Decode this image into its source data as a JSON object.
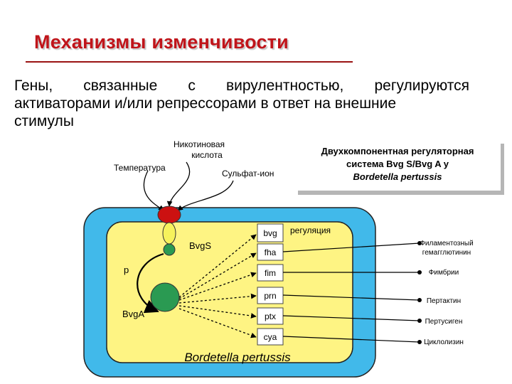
{
  "title": "Механизмы изменчивости",
  "intro": {
    "line1": "Гены, связанные с вирулентностью, регулируются",
    "line2": "активаторами и/или репрессорами в ответ на внешние",
    "line3": "стимулы"
  },
  "system_box": {
    "line1": "Двухкомпонентная регуляторная",
    "line2": "система Bvg S/Bvg A у",
    "line3": "Bordetella pertussis"
  },
  "stimuli": {
    "nicotinic_1": "Никотиновая",
    "nicotinic_2": "кислота",
    "temperature": "Температура",
    "sulfate": "Сульфат-ион"
  },
  "cell": {
    "organism": "Bordetella pertussis",
    "bvgs": "BvgS",
    "bvga": "BvgA",
    "p": "p",
    "regulation": "регуляция"
  },
  "genes": [
    "bvg",
    "fha",
    "fim",
    "prn",
    "ptx",
    "cya"
  ],
  "products": [
    "Филаментозный",
    "гемагглютинин",
    "Фимбрии",
    "Пертактин",
    "Пертусиген",
    "Циклолизин"
  ],
  "colors": {
    "title": "#c0141a",
    "outer_cell": "#41b9ea",
    "inner_cell": "#fef483",
    "sensor_top": "#cc1111",
    "sensor_mid": "#f6f25c",
    "sensor_bottom": "#2a9a52",
    "bvga_circle": "#2a9a52"
  }
}
